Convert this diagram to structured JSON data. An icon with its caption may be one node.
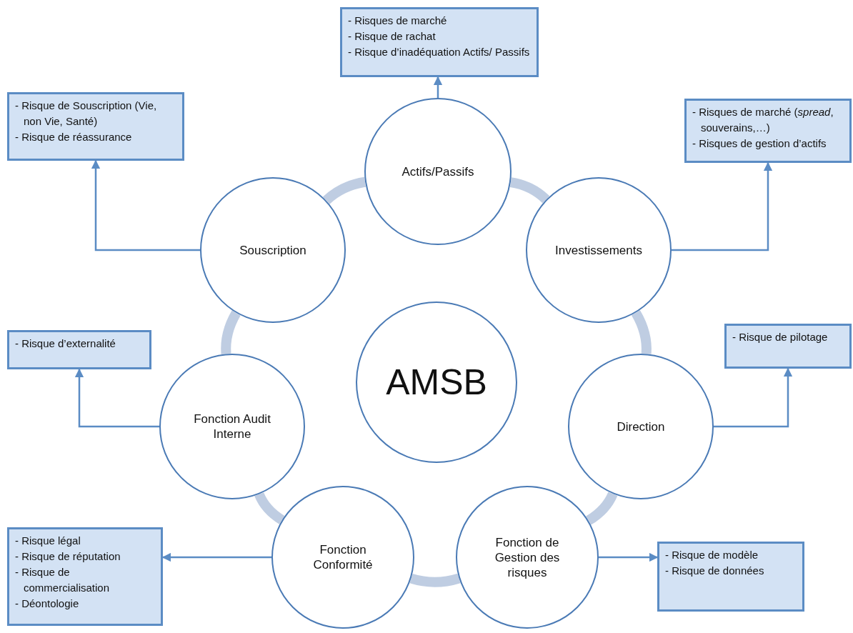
{
  "diagram": {
    "nodes": [
      {
        "text": [
          "- Risques de marché",
          "- Risque de rachat",
          "- Risque d’inadéquation Actifs/ Passifs"
        ]
      },
      {
        "text": [
          "- Risque de Souscription (Vie, non Vie, Santé)",
          "- Risque de réassurance"
        ]
      },
      {
        "text": [
          "- Risques de marché (*spread*, souverains,…)",
          "- Risques de gestion d’actifs"
        ]
      },
      {
        "text": [
          "Actifs/Passifs"
        ]
      },
      {
        "text": [
          "Souscription"
        ]
      },
      {
        "text": [
          "Investissements"
        ]
      },
      {
        "text": [
          "AMSB"
        ]
      },
      {
        "text": [
          "- Risque d’externalité"
        ]
      },
      {
        "text": [
          "- Risque de pilotage"
        ]
      },
      {
        "text": [
          "Fonction Audit Interne"
        ]
      },
      {
        "text": [
          "Direction"
        ]
      },
      {
        "text": [
          "- Risque légal",
          "- Risque de réputation",
          "- Risque de commercialisation",
          "- Déontologie"
        ]
      },
      {
        "text": [
          "Fonction Conformité"
        ]
      },
      {
        "text": [
          "Fonction de Gestion des risques"
        ]
      },
      {
        "text": [
          "- Risque de modèle",
          "- Risque de données"
        ]
      }
    ],
    "edges": [
      {
        "from": 3,
        "to": 0,
        "arrow": "to"
      },
      {
        "from": 4,
        "to": 1,
        "arrow": "to"
      },
      {
        "from": 5,
        "to": 2,
        "arrow": "to"
      },
      {
        "from": 9,
        "to": 7,
        "arrow": "to"
      },
      {
        "from": 10,
        "to": 8,
        "arrow": "to"
      },
      {
        "from": 12,
        "to": 11,
        "arrow": "to"
      },
      {
        "from": 13,
        "to": 14,
        "arrow": "to"
      },
      {
        "from": 3,
        "to": 5,
        "arrow": "none",
        "style": "thick",
        "color": "#bfcde2"
      },
      {
        "from": 5,
        "to": 10,
        "arrow": "none",
        "style": "thick",
        "color": "#bfcde2"
      },
      {
        "from": 10,
        "to": 13,
        "arrow": "none",
        "style": "thick",
        "color": "#bfcde2"
      },
      {
        "from": 13,
        "to": 12,
        "arrow": "none",
        "style": "thick",
        "color": "#bfcde2"
      },
      {
        "from": 12,
        "to": 9,
        "arrow": "none",
        "style": "thick",
        "color": "#bfcde2"
      },
      {
        "from": 9,
        "to": 4,
        "arrow": "none",
        "style": "thick",
        "color": "#bfcde2"
      },
      {
        "from": 4,
        "to": 3,
        "arrow": "none",
        "style": "thick",
        "color": "#bfcde2"
      }
    ]
  }
}
